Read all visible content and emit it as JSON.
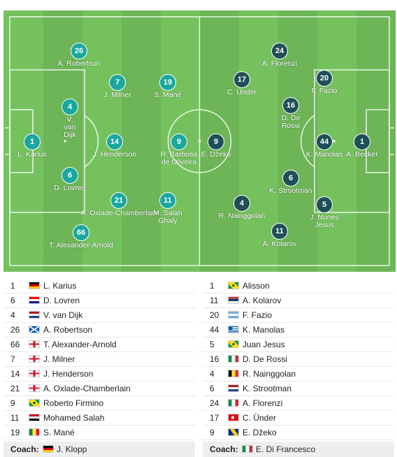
{
  "home": {
    "players": [
      {
        "num": "26",
        "name": "A. Robertson"
      },
      {
        "num": "7",
        "name": "J. Milner"
      },
      {
        "num": "19",
        "name": "S. Mané"
      },
      {
        "num": "4",
        "name": "V. van Dijk"
      },
      {
        "num": "1",
        "name": "L. Karius"
      },
      {
        "num": "14",
        "name": "J. Henderson"
      },
      {
        "num": "9",
        "name": "R. Barbosa de Oliveira"
      },
      {
        "num": "6",
        "name": "D. Lovren"
      },
      {
        "num": "21",
        "name": "A. Oxlade-Chamberlain"
      },
      {
        "num": "11",
        "name": "M. Salah Ghaly"
      },
      {
        "num": "66",
        "name": "T. Alexander-Arnold"
      }
    ],
    "lineup": [
      {
        "num": "1",
        "flag": "germany",
        "name": "L. Karius"
      },
      {
        "num": "6",
        "flag": "croatia",
        "name": "D. Lovren"
      },
      {
        "num": "4",
        "flag": "netherlands",
        "name": "V. van Dijk"
      },
      {
        "num": "26",
        "flag": "scotland",
        "name": "A. Robertson"
      },
      {
        "num": "66",
        "flag": "england",
        "name": "T. Alexander-Arnold"
      },
      {
        "num": "7",
        "flag": "england",
        "name": "J. Milner"
      },
      {
        "num": "14",
        "flag": "england",
        "name": "J. Henderson"
      },
      {
        "num": "21",
        "flag": "england",
        "name": "A. Oxlade-Chamberlain"
      },
      {
        "num": "9",
        "flag": "brazil",
        "name": "Roberto Firmino"
      },
      {
        "num": "11",
        "flag": "egypt",
        "name": "Mohamed Salah"
      },
      {
        "num": "19",
        "flag": "senegal",
        "name": "S. Mané"
      }
    ],
    "coach": {
      "label": "Coach:",
      "flag": "germany",
      "name": "J. Klopp"
    }
  },
  "away": {
    "players": [
      {
        "num": "24",
        "name": "A. Florenzi"
      },
      {
        "num": "17",
        "name": "C. Ünder"
      },
      {
        "num": "20",
        "name": "F. Fazio"
      },
      {
        "num": "16",
        "name": "D. De Rossi"
      },
      {
        "num": "9",
        "name": "E. Džeko"
      },
      {
        "num": "44",
        "name": "K. Manolas"
      },
      {
        "num": "1",
        "name": "A. Becker"
      },
      {
        "num": "6",
        "name": "K. Strootman"
      },
      {
        "num": "4",
        "name": "R. Nainggolan"
      },
      {
        "num": "5",
        "name": "J. Nunes Jesus"
      },
      {
        "num": "11",
        "name": "A. Kolarov"
      }
    ],
    "lineup": [
      {
        "num": "1",
        "flag": "brazil",
        "name": "Alisson"
      },
      {
        "num": "11",
        "flag": "serbia",
        "name": "A. Kolarov"
      },
      {
        "num": "20",
        "flag": "argentina",
        "name": "F. Fazio"
      },
      {
        "num": "44",
        "flag": "greece",
        "name": "K. Manolas"
      },
      {
        "num": "5",
        "flag": "brazil",
        "name": "Juan Jesus"
      },
      {
        "num": "16",
        "flag": "italy",
        "name": "D. De Rossi"
      },
      {
        "num": "4",
        "flag": "belgium",
        "name": "R. Nainggolan"
      },
      {
        "num": "6",
        "flag": "netherlands",
        "name": "K. Strootman"
      },
      {
        "num": "24",
        "flag": "italy",
        "name": "A. Florenzi"
      },
      {
        "num": "17",
        "flag": "turkey",
        "name": "C. Ünder"
      },
      {
        "num": "9",
        "flag": "bosnia",
        "name": "E. Džeko"
      }
    ],
    "coach": {
      "label": "Coach:",
      "flag": "italy",
      "name": "E. Di Francesco"
    }
  },
  "colors": {
    "pitch_light": "#75c15e",
    "pitch_dark": "#6db556",
    "home_circle": "#1aa79f",
    "away_circle": "#1f4f58"
  }
}
